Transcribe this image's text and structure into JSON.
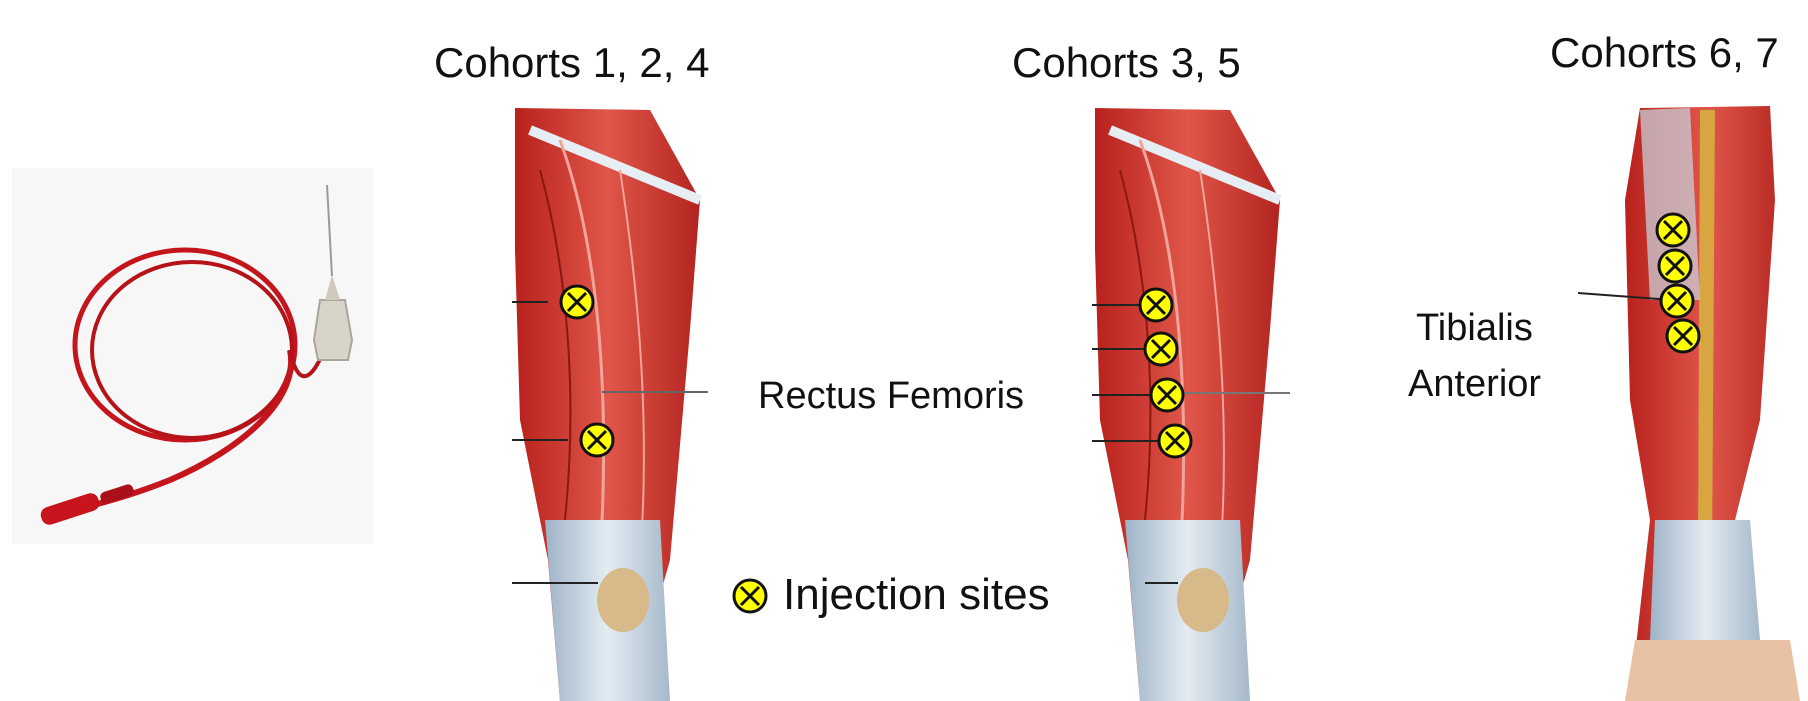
{
  "titles": {
    "left": "Cohorts 1, 2, 4",
    "middle": "Cohorts 3, 5",
    "right": "Cohorts 6, 7"
  },
  "labels": {
    "rectus_femoris": "Rectus Femoris",
    "tibialis_line1": "Tibialis",
    "tibialis_line2": "Anterior"
  },
  "legend": {
    "text": "Injection sites",
    "icon": "injection-site-marker-icon"
  },
  "colors": {
    "marker_fill": "#ffff00",
    "marker_stroke": "#111111",
    "muscle": "#d9413a",
    "tendon": "#c9d6e3",
    "electrode_wire": "#c4141c"
  }
}
